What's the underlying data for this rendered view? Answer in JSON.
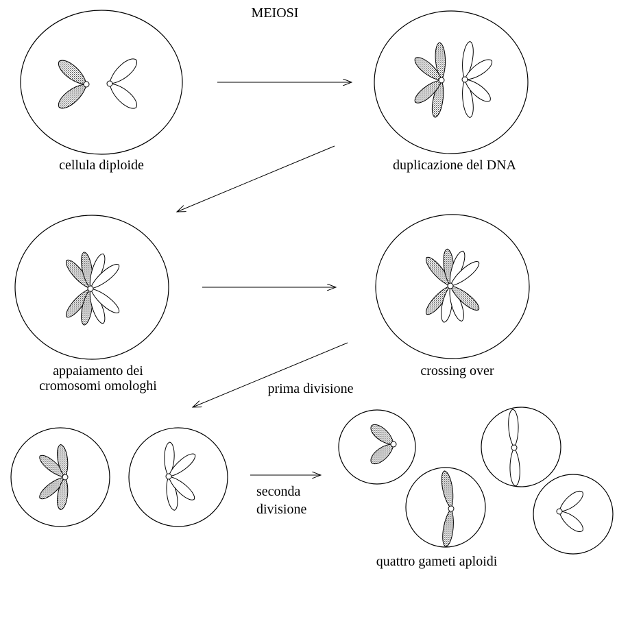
{
  "title": "MEIOSI",
  "labels": {
    "diploid_cell": "cellula diploide",
    "dna_duplication": "duplicazione del DNA",
    "pairing_line1": "appaiamento dei",
    "pairing_line2": "cromosomi omologhi",
    "crossing_over": "crossing over",
    "first_division": "prima divisione",
    "second_division_line1": "seconda",
    "second_division_line2": "divisione",
    "haploid_gametes": "quattro gameti aploidi"
  },
  "colors": {
    "ink": "#000000",
    "paper": "#ffffff",
    "shading": "#9a9a9a"
  }
}
